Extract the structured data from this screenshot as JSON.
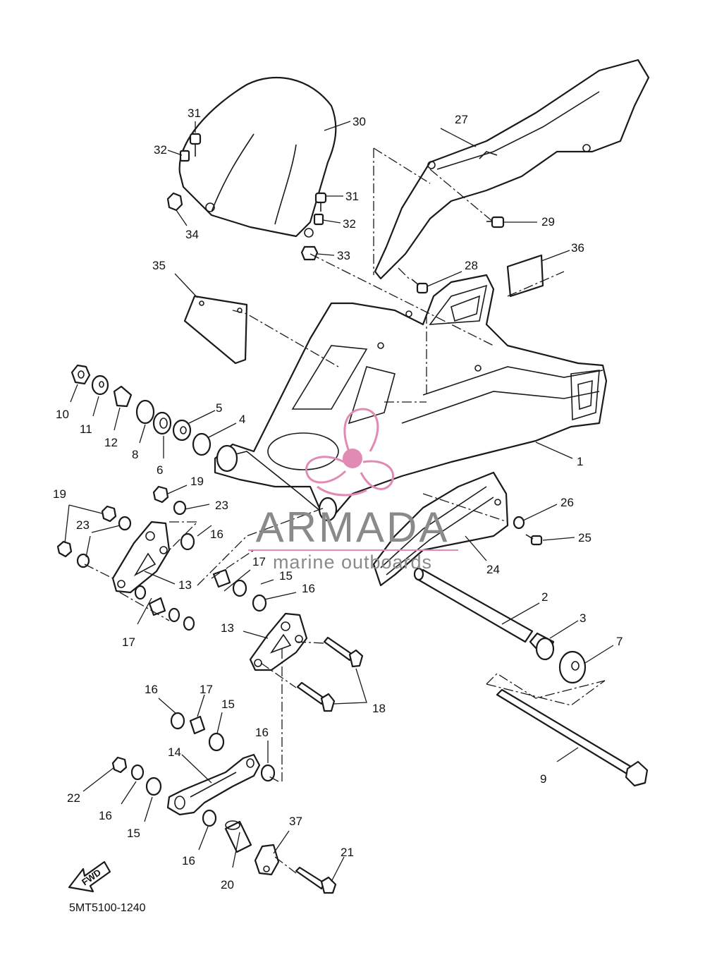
{
  "diagram": {
    "code": "5MT5100-1240",
    "fwd_label": "FWD"
  },
  "watermark": {
    "brand": "ARMADA",
    "tagline": "marine outboards",
    "color_text": "#8a8a8a",
    "color_logo": "#e08ab4"
  },
  "callouts": [
    {
      "id": "c1",
      "label": "1"
    },
    {
      "id": "c2",
      "label": "2"
    },
    {
      "id": "c3",
      "label": "3"
    },
    {
      "id": "c4",
      "label": "4"
    },
    {
      "id": "c5",
      "label": "5"
    },
    {
      "id": "c6",
      "label": "6"
    },
    {
      "id": "c7",
      "label": "7"
    },
    {
      "id": "c8",
      "label": "8"
    },
    {
      "id": "c9",
      "label": "9"
    },
    {
      "id": "c10",
      "label": "10"
    },
    {
      "id": "c11",
      "label": "11"
    },
    {
      "id": "c12",
      "label": "12"
    },
    {
      "id": "c13a",
      "label": "13"
    },
    {
      "id": "c13b",
      "label": "13"
    },
    {
      "id": "c14",
      "label": "14"
    },
    {
      "id": "c15a",
      "label": "15"
    },
    {
      "id": "c15b",
      "label": "15"
    },
    {
      "id": "c15c",
      "label": "15"
    },
    {
      "id": "c16a",
      "label": "16"
    },
    {
      "id": "c16b",
      "label": "16"
    },
    {
      "id": "c16c",
      "label": "16"
    },
    {
      "id": "c16d",
      "label": "16"
    },
    {
      "id": "c16e",
      "label": "16"
    },
    {
      "id": "c16f",
      "label": "16"
    },
    {
      "id": "c17a",
      "label": "17"
    },
    {
      "id": "c17b",
      "label": "17"
    },
    {
      "id": "c17c",
      "label": "17"
    },
    {
      "id": "c18",
      "label": "18"
    },
    {
      "id": "c19a",
      "label": "19"
    },
    {
      "id": "c19b",
      "label": "19"
    },
    {
      "id": "c20",
      "label": "20"
    },
    {
      "id": "c21",
      "label": "21"
    },
    {
      "id": "c22",
      "label": "22"
    },
    {
      "id": "c23a",
      "label": "23"
    },
    {
      "id": "c23b",
      "label": "23"
    },
    {
      "id": "c24",
      "label": "24"
    },
    {
      "id": "c25",
      "label": "25"
    },
    {
      "id": "c26",
      "label": "26"
    },
    {
      "id": "c27",
      "label": "27"
    },
    {
      "id": "c28",
      "label": "28"
    },
    {
      "id": "c29",
      "label": "29"
    },
    {
      "id": "c30",
      "label": "30"
    },
    {
      "id": "c31a",
      "label": "31"
    },
    {
      "id": "c31b",
      "label": "31"
    },
    {
      "id": "c32a",
      "label": "32"
    },
    {
      "id": "c32b",
      "label": "32"
    },
    {
      "id": "c33",
      "label": "33"
    },
    {
      "id": "c34",
      "label": "34"
    },
    {
      "id": "c35",
      "label": "35"
    },
    {
      "id": "c36",
      "label": "36"
    },
    {
      "id": "c37",
      "label": "37"
    }
  ]
}
